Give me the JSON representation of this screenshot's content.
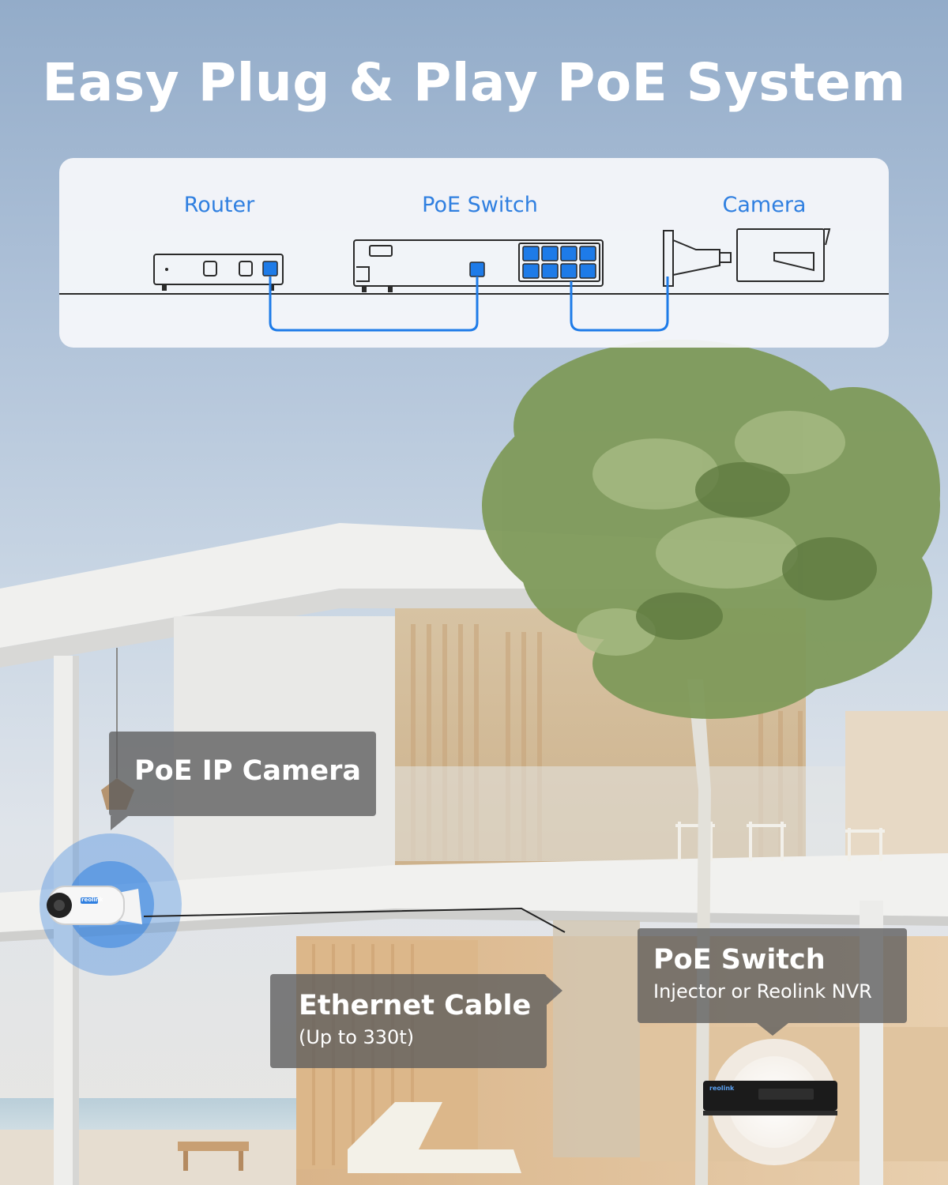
{
  "headline": "Easy Plug & Play PoE System",
  "diagram": {
    "router_label": "Router",
    "switch_label": "PoE Switch",
    "camera_label": "Camera"
  },
  "callouts": {
    "camera": {
      "title": "PoE IP Camera"
    },
    "cable": {
      "title": "Ethernet Cable",
      "subtitle": "(Up to 330t)"
    },
    "switch": {
      "title": "PoE Switch",
      "subtitle": "Injector or Reolink NVR"
    }
  },
  "brand_mark": "reolink",
  "colors": {
    "accent_blue": "#2f7fe0",
    "port_blue": "#1e7be8",
    "headline_text": "#ffffff",
    "callout_bg": "#5c5c5c"
  }
}
